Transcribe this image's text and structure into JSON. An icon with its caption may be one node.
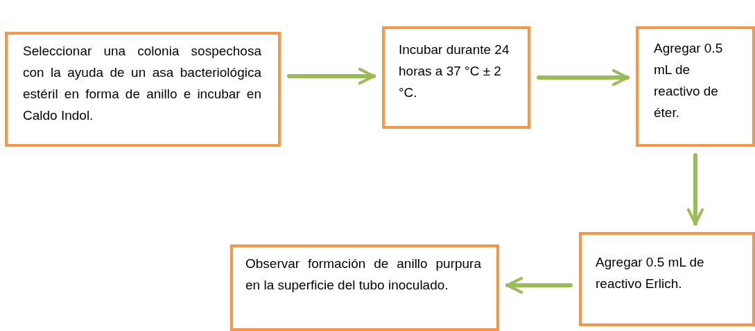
{
  "diagram": {
    "nodes": [
      {
        "text": [
          "Seleccionar una colonia sospechosa con la ayuda de un asa bacteriológica estéril en forma de anillo e incubar en Caldo Indol."
        ]
      },
      {
        "text": [
          "Incubar durante 24 horas a 37 °C ± 2 °C."
        ]
      },
      {
        "text": [
          "Agregar 0.5 mL de reactivo de éter."
        ]
      },
      {
        "text": [
          "Agregar 0.5 mL de reactivo Erlich."
        ]
      },
      {
        "text": [
          "Observar formación de anillo purpura en la superficie del tubo inoculado."
        ]
      }
    ],
    "edges": [
      {
        "from": 0,
        "to": 1,
        "arrow": "to"
      },
      {
        "from": 1,
        "to": 2,
        "arrow": "to"
      },
      {
        "from": 2,
        "to": 3,
        "arrow": "to"
      },
      {
        "from": 3,
        "to": 4,
        "arrow": "to"
      }
    ]
  }
}
